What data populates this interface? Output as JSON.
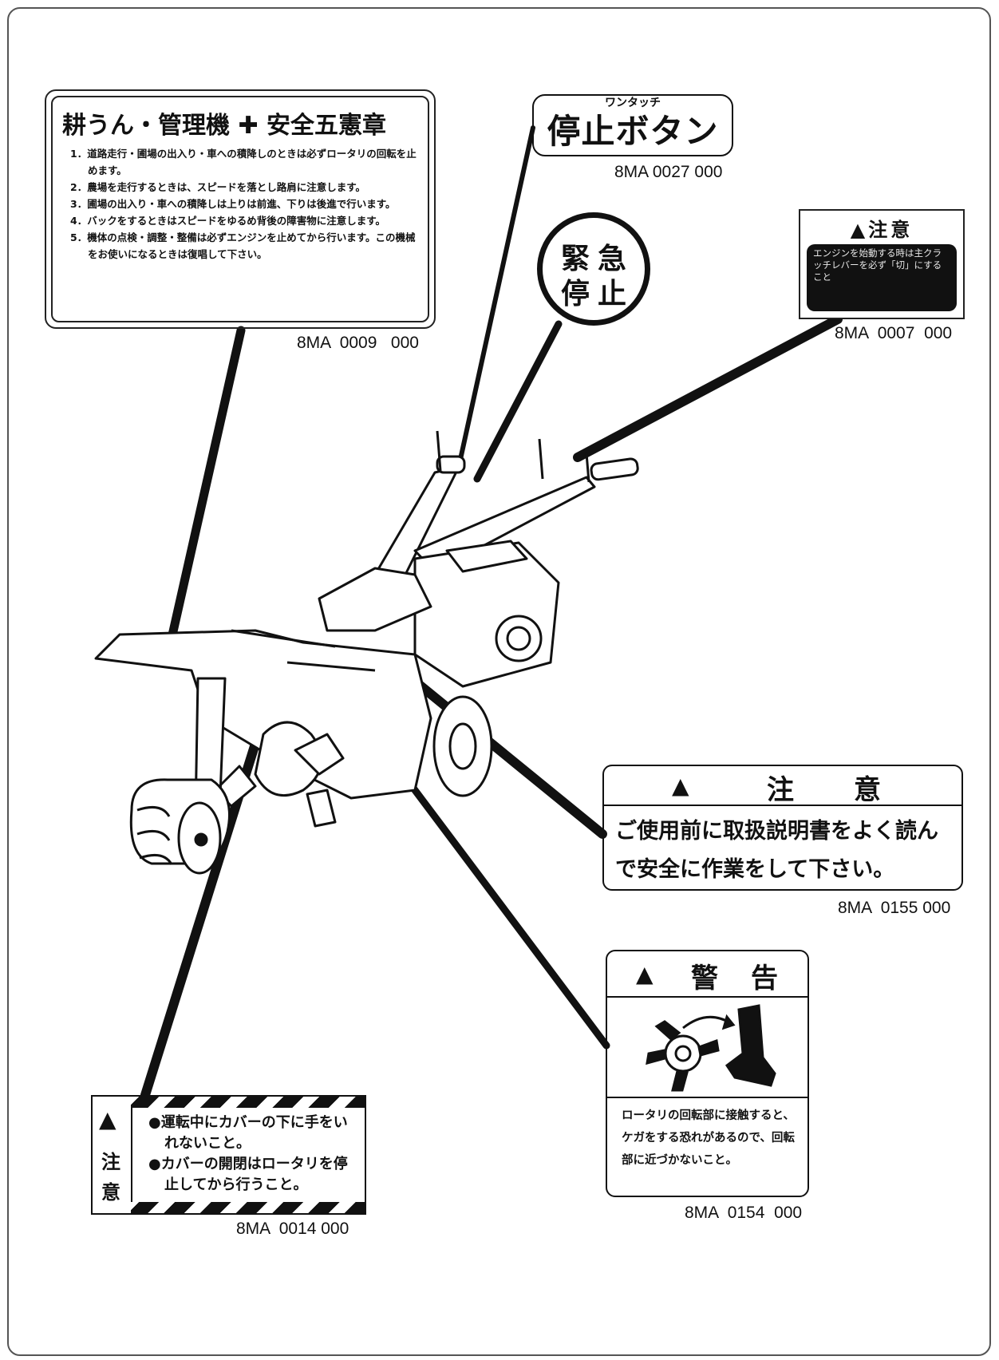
{
  "labels": {
    "tiller_safety": {
      "title": "耕うん・管理機 ✚ 安全五憲章",
      "items": [
        "1．道路走行・圃場の出入り・車への積降しのときは必ずロータリの回転を止めます。",
        "2．農場を走行するときは、スピードを落とし路肩に注意します。",
        "3．圃場の出入り・車への積降しは上りは前進、下りは後進で行います。",
        "4．バックをするときはスピードをゆるめ背後の障害物に注意します。",
        "5．機体の点検・調整・整備は必ずエンジンを止めてから行います。この機械をお使いになるときは復唱して下さい。"
      ],
      "code": "8MA  0009   000"
    },
    "stop_button": {
      "ruby": "ワンタッチ",
      "text": "停止ボタン",
      "code": "8MA 0027 000"
    },
    "emergency_stop": {
      "line1": "緊急",
      "line2": "停止"
    },
    "engine_caution": {
      "header": "▲注意",
      "body": "エンジンを始動する時は主クラッチレバーを必ず「切」にすること",
      "code": "8MA  0007  000"
    },
    "manual_caution": {
      "triangle": "▲",
      "word1": "注",
      "word2": "意",
      "body": "ご使用前に取扱説明書をよく読んで安全に作業をして下さい。",
      "code": "8MA  0155 000"
    },
    "rotary_warning": {
      "triangle": "▲",
      "word1": "警",
      "word2": "告",
      "body": "ロータリの回転部に接触すると、ケガをする恐れがあるので、回転部に近づかないこと。",
      "code": "8MA  0154  000"
    },
    "cover_caution": {
      "triangle": "▲",
      "char1": "注",
      "char2": "意",
      "items": [
        "●運転中にカバーの下に手をいれないこと。",
        "●カバーの開閉はロータリを停止してから行うこと。"
      ],
      "code": "8MA  0014 000"
    }
  },
  "icons": {
    "warning_triangle": "warning-triangle-icon",
    "rotary_hazard": "rotary-tine-hazard-icon"
  },
  "colors": {
    "ink": "#111111",
    "label_dark_panel": "#111111"
  }
}
